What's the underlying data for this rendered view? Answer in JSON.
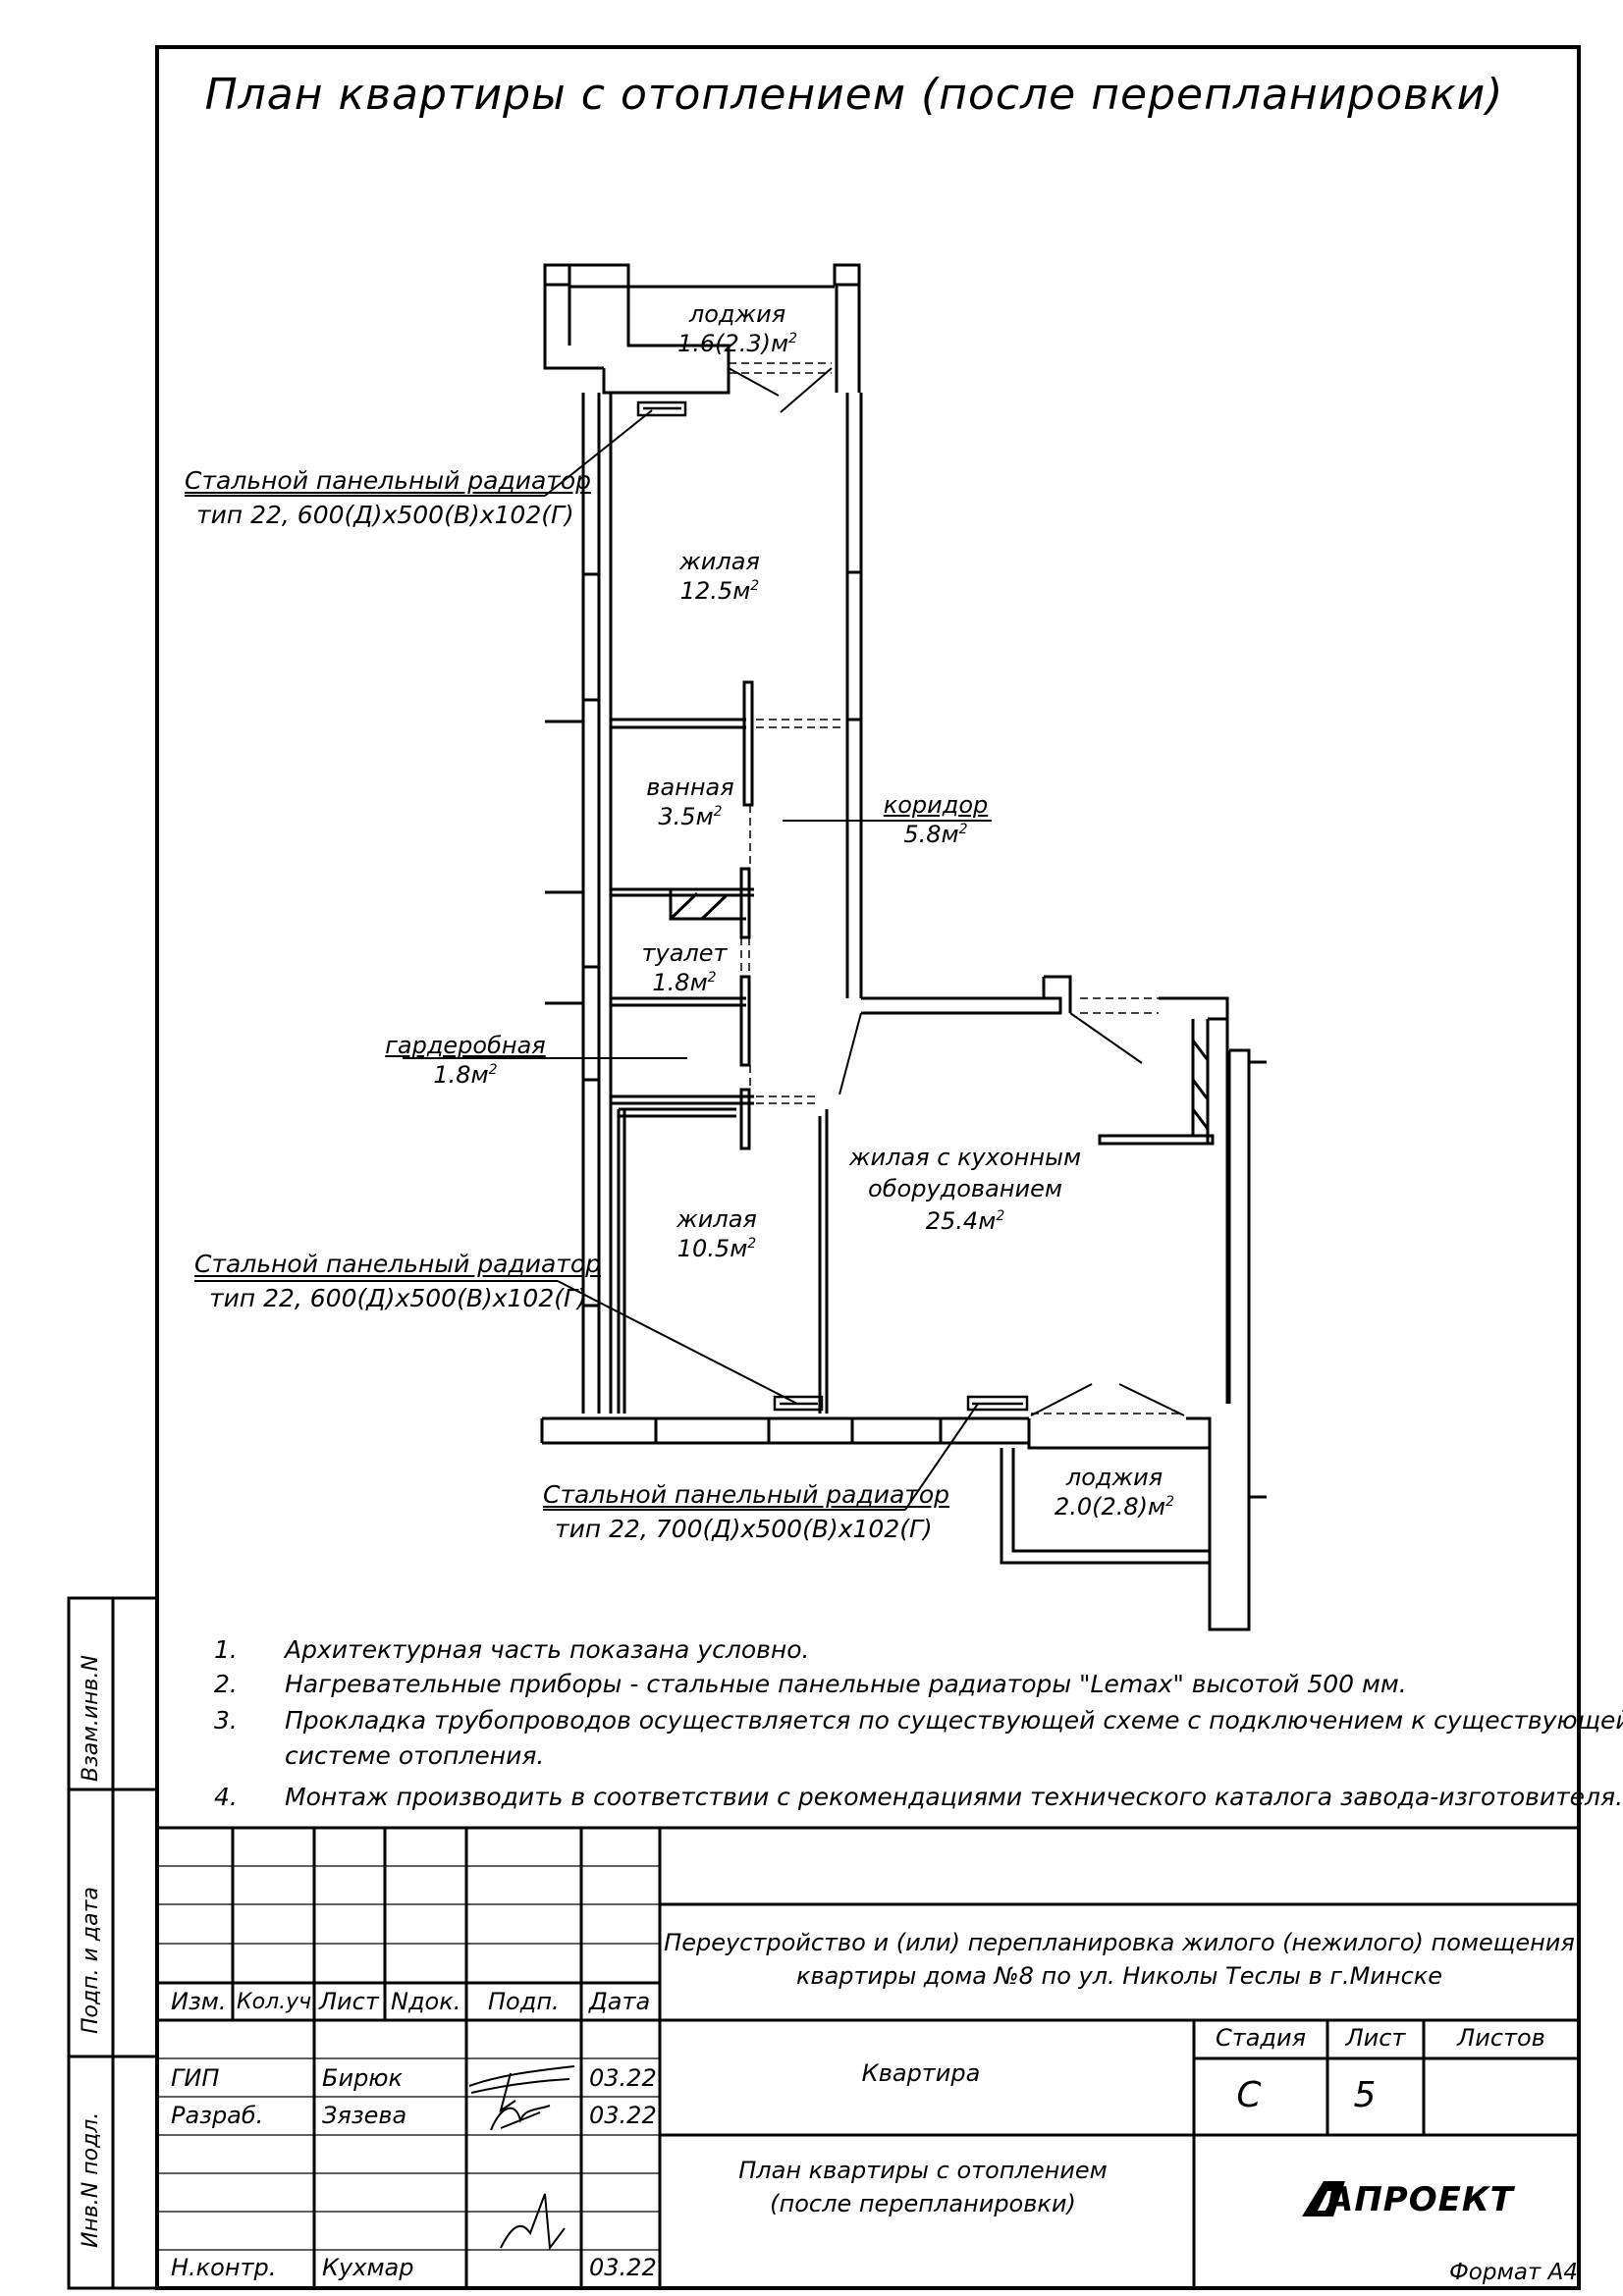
{
  "title": "План квартиры с отоплением (после перепланировки)",
  "rooms": [
    {
      "name": "лоджия",
      "area": "1.6(2.3)м",
      "sup": "2"
    },
    {
      "name": "жилая",
      "area": "12.5м",
      "sup": "2"
    },
    {
      "name": "ванная",
      "area": "3.5м",
      "sup": "2"
    },
    {
      "name": "коридор",
      "area": "5.8м",
      "sup": "2"
    },
    {
      "name": "туалет",
      "area": "1.8м",
      "sup": "2"
    },
    {
      "name": "гардеробная",
      "area": "1.8м",
      "sup": "2"
    },
    {
      "name": "жилая с кухонным",
      "name2": "оборудованием",
      "area": "25.4м",
      "sup": "2"
    },
    {
      "name": "жилая",
      "area": "10.5м",
      "sup": "2"
    },
    {
      "name": "лоджия",
      "area": "2.0(2.8)м",
      "sup": "2"
    }
  ],
  "radiators": [
    {
      "line1": "Стальной панельный радиатор",
      "line2": "тип 22, 600(Д)х500(В)х102(Г)"
    },
    {
      "line1": "Стальной панельный радиатор",
      "line2": "тип 22, 600(Д)х500(В)х102(Г)"
    },
    {
      "line1": "Стальной панельный радиатор",
      "line2": "тип 22, 700(Д)х500(В)х102(Г)"
    }
  ],
  "notes": [
    {
      "num": "1.",
      "text": "Архитектурная часть показана условно."
    },
    {
      "num": "2.",
      "text": "Нагревательные приборы - стальные панельные радиаторы \"Lemax\" высотой 500 мм."
    },
    {
      "num": "3.",
      "text": "Прокладка трубопроводов осуществляется по существующей схеме с подключением к существующей",
      "text2": "системе отопления."
    },
    {
      "num": "4.",
      "text": "Монтаж производить в соответствии с рекомендациями технического каталога завода-изготовителя."
    }
  ],
  "side_stamp": {
    "vzam": "Взам.инв.N",
    "podp": "Подп. и дата",
    "inv": "Инв.N подл."
  },
  "title_block": {
    "headers": [
      "Изм.",
      "Кол.уч.",
      "Лист",
      "Nдок.",
      "Подп.",
      "Дата"
    ],
    "people": [
      {
        "role": "ГИП",
        "name": "Бирюк",
        "date": "03.22"
      },
      {
        "role": "Разраб.",
        "name": "Зязева",
        "date": "03.22"
      },
      {
        "role": "Н.контр.",
        "name": "Кухмар",
        "date": "03.22"
      }
    ],
    "project_line1": "Переустройство и (или) перепланировка жилого (нежилого) помещения",
    "project_line2": "квартиры дома №8 по ул. Николы Теслы в г.Минске",
    "object": "Квартира",
    "stage_label": "Стадия",
    "sheet_label": "Лист",
    "sheets_label": "Листов",
    "stage": "С",
    "sheet": "5",
    "sheets": "",
    "drawing_line1": "План квартиры с отоплением",
    "drawing_line2": "(после перепланировки)",
    "company": "АПРОЕКТ",
    "format": "Формат А4"
  }
}
